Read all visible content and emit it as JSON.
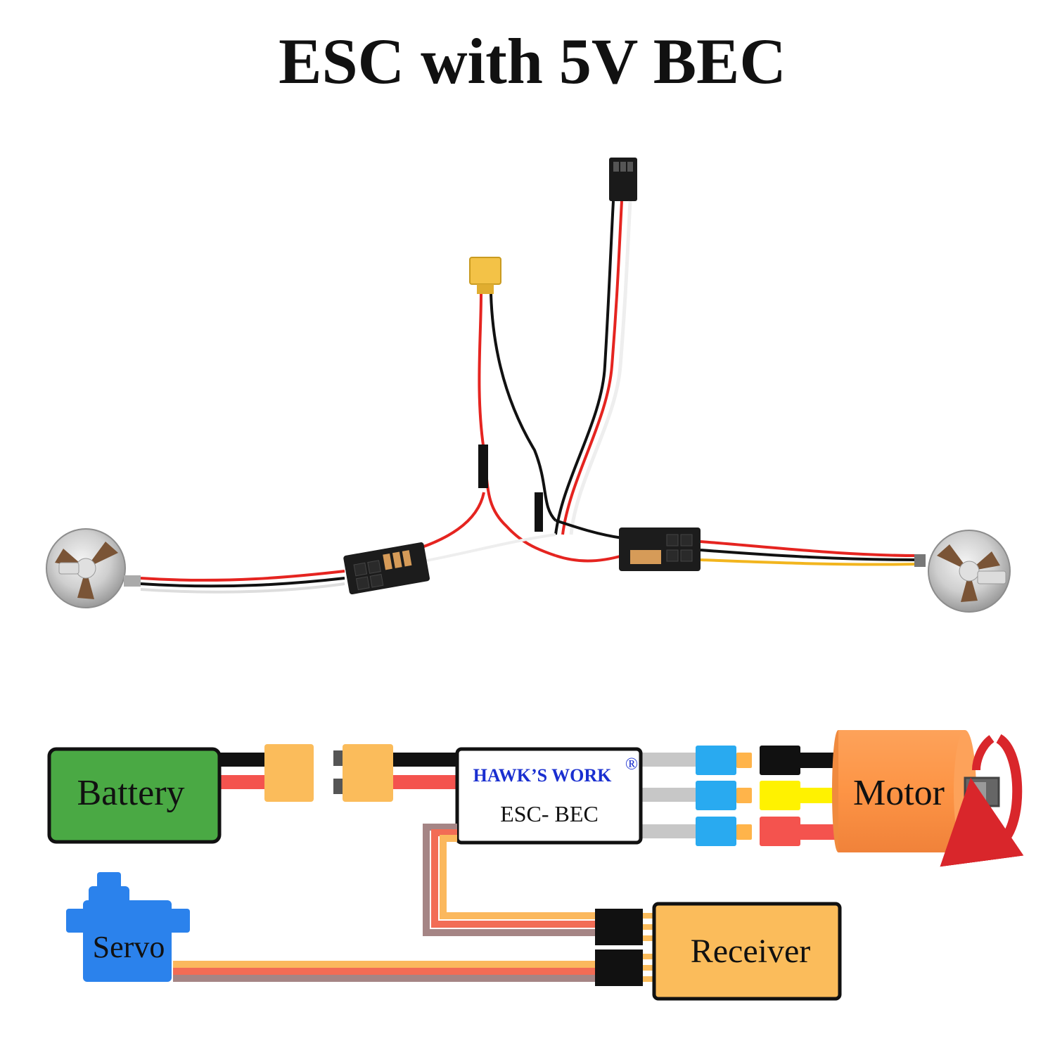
{
  "title": "ESC with 5V BEC",
  "labels": {
    "battery": "Battery",
    "esc_brand": "HAWK’S WORK",
    "registered_mark": "®",
    "esc_model": "ESC- BEC",
    "motor": "Motor",
    "servo": "Servo",
    "receiver": "Receiver"
  },
  "colors": {
    "battery_fill": "#4aa944",
    "connector_xt": "#fbbc5b",
    "esc_fill": "#ffffff",
    "brand_text": "#1a2fd0",
    "bullet_blue": "#29aaf0",
    "bullet_orange": "#ffb44a",
    "motor_fill": "#fd9445",
    "receiver_fill": "#fbbc5b",
    "servo_fill": "#2b82ec",
    "wire_red": "#f4534e",
    "wire_black": "#111111",
    "wire_gray": "#c7c7c7",
    "wire_yellow": "#fff200",
    "signal_orange": "#fbb85d",
    "signal_red": "#f26c55",
    "signal_brown": "#a58585",
    "rotation_arrow": "#d9262b"
  }
}
